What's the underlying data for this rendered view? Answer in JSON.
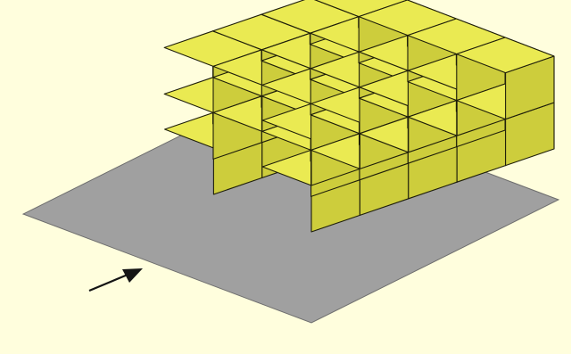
{
  "figure": {
    "kind": "isometric-cube-stack",
    "background_color": "#fffedd",
    "base_plate_color": "#a0a0a0",
    "cube_colors": {
      "top": "#eaea52",
      "left": "#cdcd3c",
      "right": "#7e7e24",
      "edge": "#1e1e0a"
    },
    "grid": {
      "columns": 5,
      "rows": 4
    },
    "stack_heights": [
      [
        2,
        0,
        1,
        0
      ],
      [
        2,
        2,
        2,
        2
      ],
      [
        2,
        2,
        2,
        2
      ],
      [
        2,
        2,
        2,
        2
      ],
      [
        2,
        2,
        2,
        2
      ]
    ],
    "arrow_icon": "view-direction-arrow-icon"
  }
}
